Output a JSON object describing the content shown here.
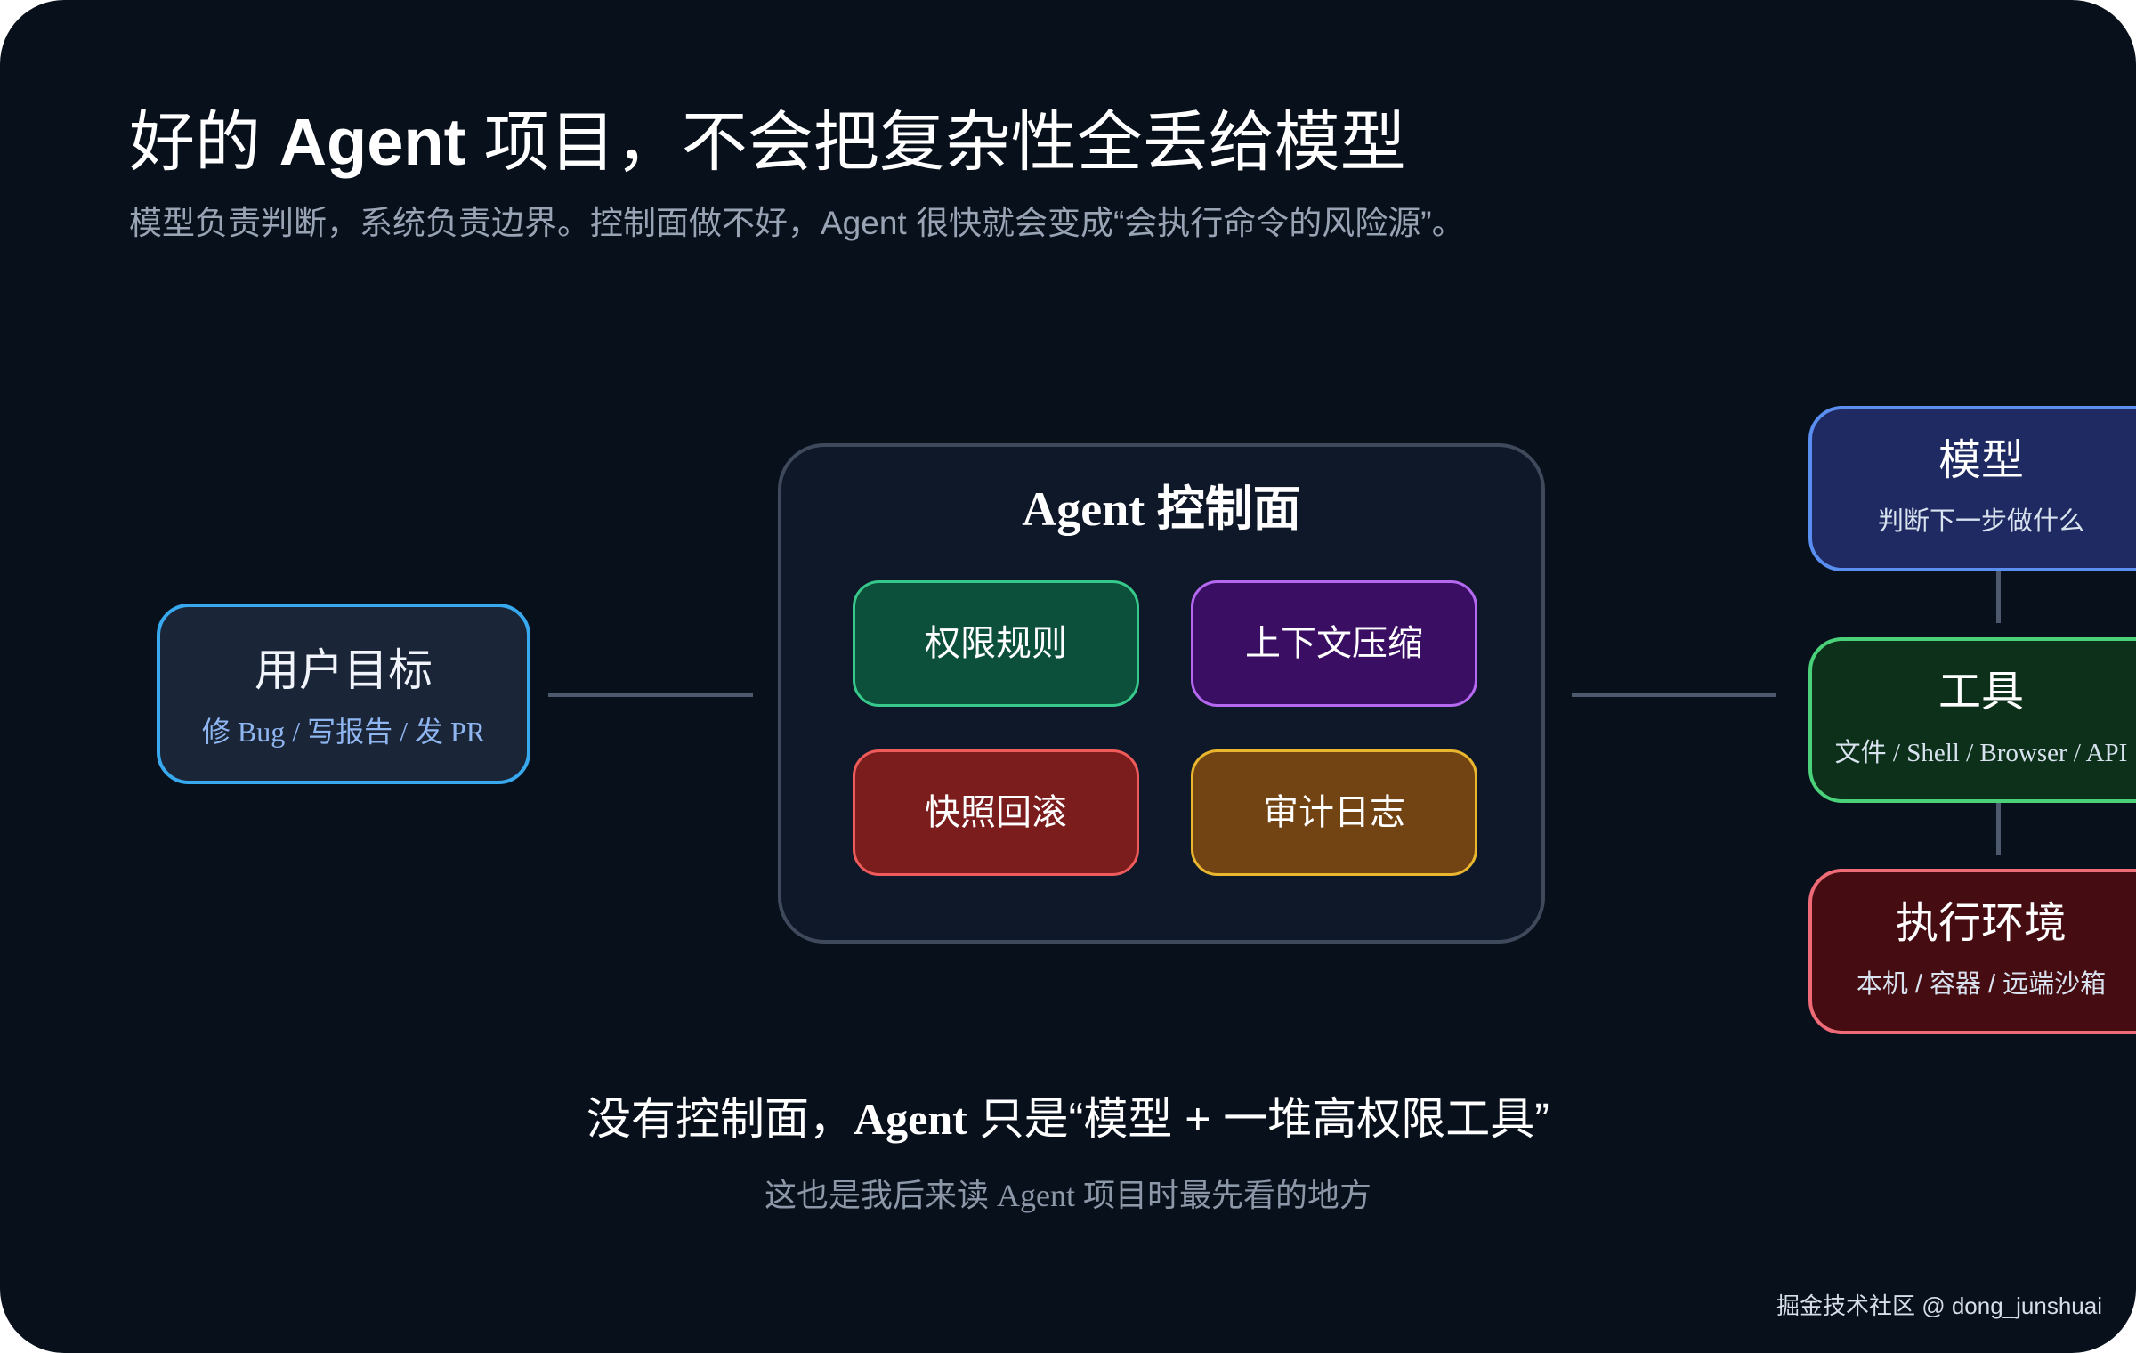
{
  "header": {
    "title_part1": "好的 ",
    "title_agent": "Agent",
    "title_part2": " 项目，不会把复杂性全丢给模型",
    "subtitle": "模型负责判断，系统负责边界。控制面做不好，Agent 很快就会变成“会执行命令的风险源”。"
  },
  "user_goal": {
    "title": "用户目标",
    "subtitle": "修 Bug / 写报告 / 发 PR"
  },
  "control_plane": {
    "title": "Agent 控制面",
    "modules": [
      {
        "label": "权限规则",
        "color": "#0c4f3a",
        "border": "#37c98c"
      },
      {
        "label": "上下文压缩",
        "color": "#3a0e63",
        "border": "#b469f0"
      },
      {
        "label": "快照回滚",
        "color": "#7c1d1d",
        "border": "#ef5b5b"
      },
      {
        "label": "审计日志",
        "color": "#724413",
        "border": "#e9b62e"
      }
    ]
  },
  "right_nodes": [
    {
      "title": "模型",
      "subtitle": "判断下一步做什么",
      "color": "#1e2a61",
      "border": "#5a8ef0"
    },
    {
      "title": "工具",
      "subtitle": "文件 / Shell / Browser / API",
      "color": "#0c3019",
      "border": "#4ad17a"
    },
    {
      "title": "执行环境",
      "subtitle": "本机 / 容器 / 远端沙箱",
      "color": "#450c12",
      "border": "#ef6b77"
    }
  ],
  "footer": {
    "main_part1": "没有控制面，",
    "main_agent": "Agent",
    "main_part2": " 只是“模型 + 一堆高权限工具”",
    "sub": "这也是我后来读 Agent 项目时最先看的地方"
  },
  "watermark": "掘金技术社区 @ dong_junshuai",
  "colors": {
    "background": "#08101c",
    "connector": "#4d5a6d",
    "goal_border": "#38a9ee"
  }
}
